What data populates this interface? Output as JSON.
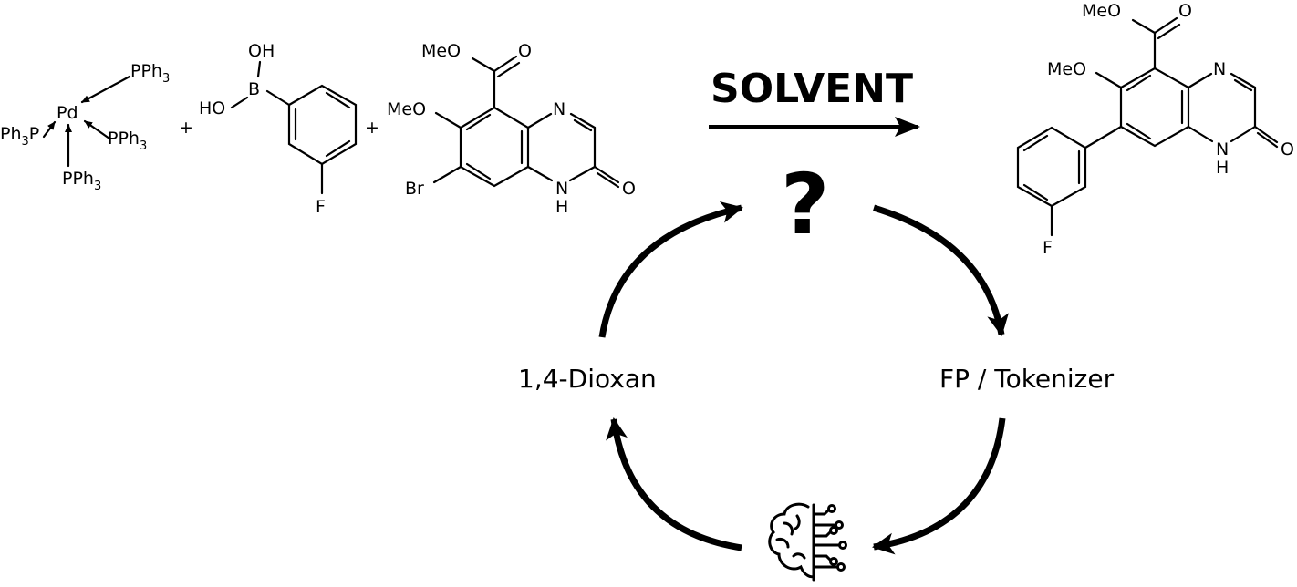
{
  "reaction": {
    "pd_center": "Pd",
    "ligand": "PPh",
    "ligand_sub": "3",
    "ligand_left": "Ph",
    "ligand_left_sub": "3",
    "ligand_left_tail": "P",
    "plus": "+",
    "boronic": {
      "oh": "OH",
      "ho": "HO",
      "b": "B",
      "f": "F"
    },
    "substrate": {
      "meo_ester": "MeO",
      "o": "O",
      "meo": "MeO",
      "n": "N",
      "br": "Br",
      "nh_n": "N",
      "nh_h": "H"
    },
    "product": {
      "meo_ester": "MeO",
      "o": "O",
      "meo": "MeO",
      "n": "N",
      "nh_n": "N",
      "nh_h": "H",
      "f": "F"
    }
  },
  "arrow_label": "SOLVENT",
  "question": "?",
  "cycle": {
    "left_label": "1,4-Dioxan",
    "right_label": "FP / Tokenizer",
    "model_icon": "brain-circuit-icon"
  }
}
